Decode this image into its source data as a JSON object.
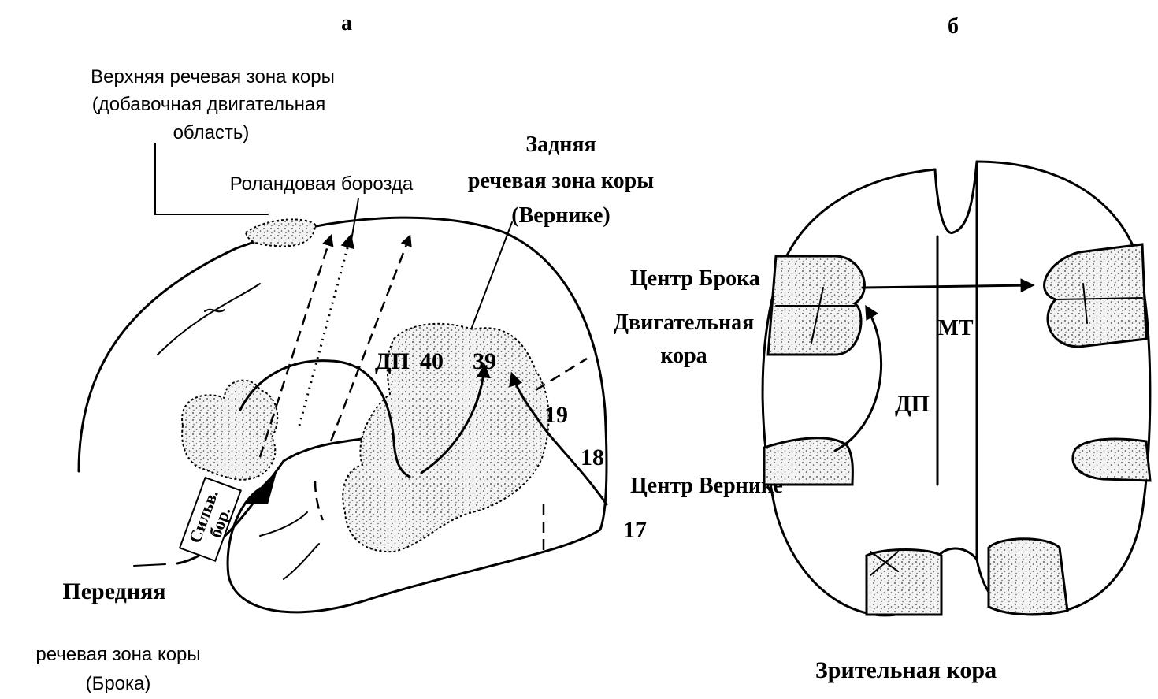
{
  "panels": {
    "a": {
      "letter": "а"
    },
    "b": {
      "letter": "б"
    }
  },
  "labels_a": {
    "superior_zone": [
      "Верхняя речевая зона коры",
      "(добавочная двигательная",
      "область)"
    ],
    "rolandic": "Роландовая борозда",
    "posterior_zone": [
      "Задняя",
      "речевая зона коры",
      "(Вернике)"
    ],
    "dp": "ДП",
    "area_40": "40",
    "area_39": "39",
    "area_19": "19",
    "area_18": "18",
    "area_17": "17",
    "wernicke_center": "Центр Вернике",
    "sylvian": [
      "Сильв.",
      "бор."
    ],
    "anterior_title": "Передняя",
    "anterior_zone": [
      "речевая зона коры",
      "(Брока)"
    ]
  },
  "labels_b": {
    "broca_center": "Центр Брока",
    "motor_cortex": [
      "Двигательная",
      "кора"
    ],
    "mt": "МТ",
    "dp": "ДП",
    "visual_cortex": "Зрительная кора"
  }
}
